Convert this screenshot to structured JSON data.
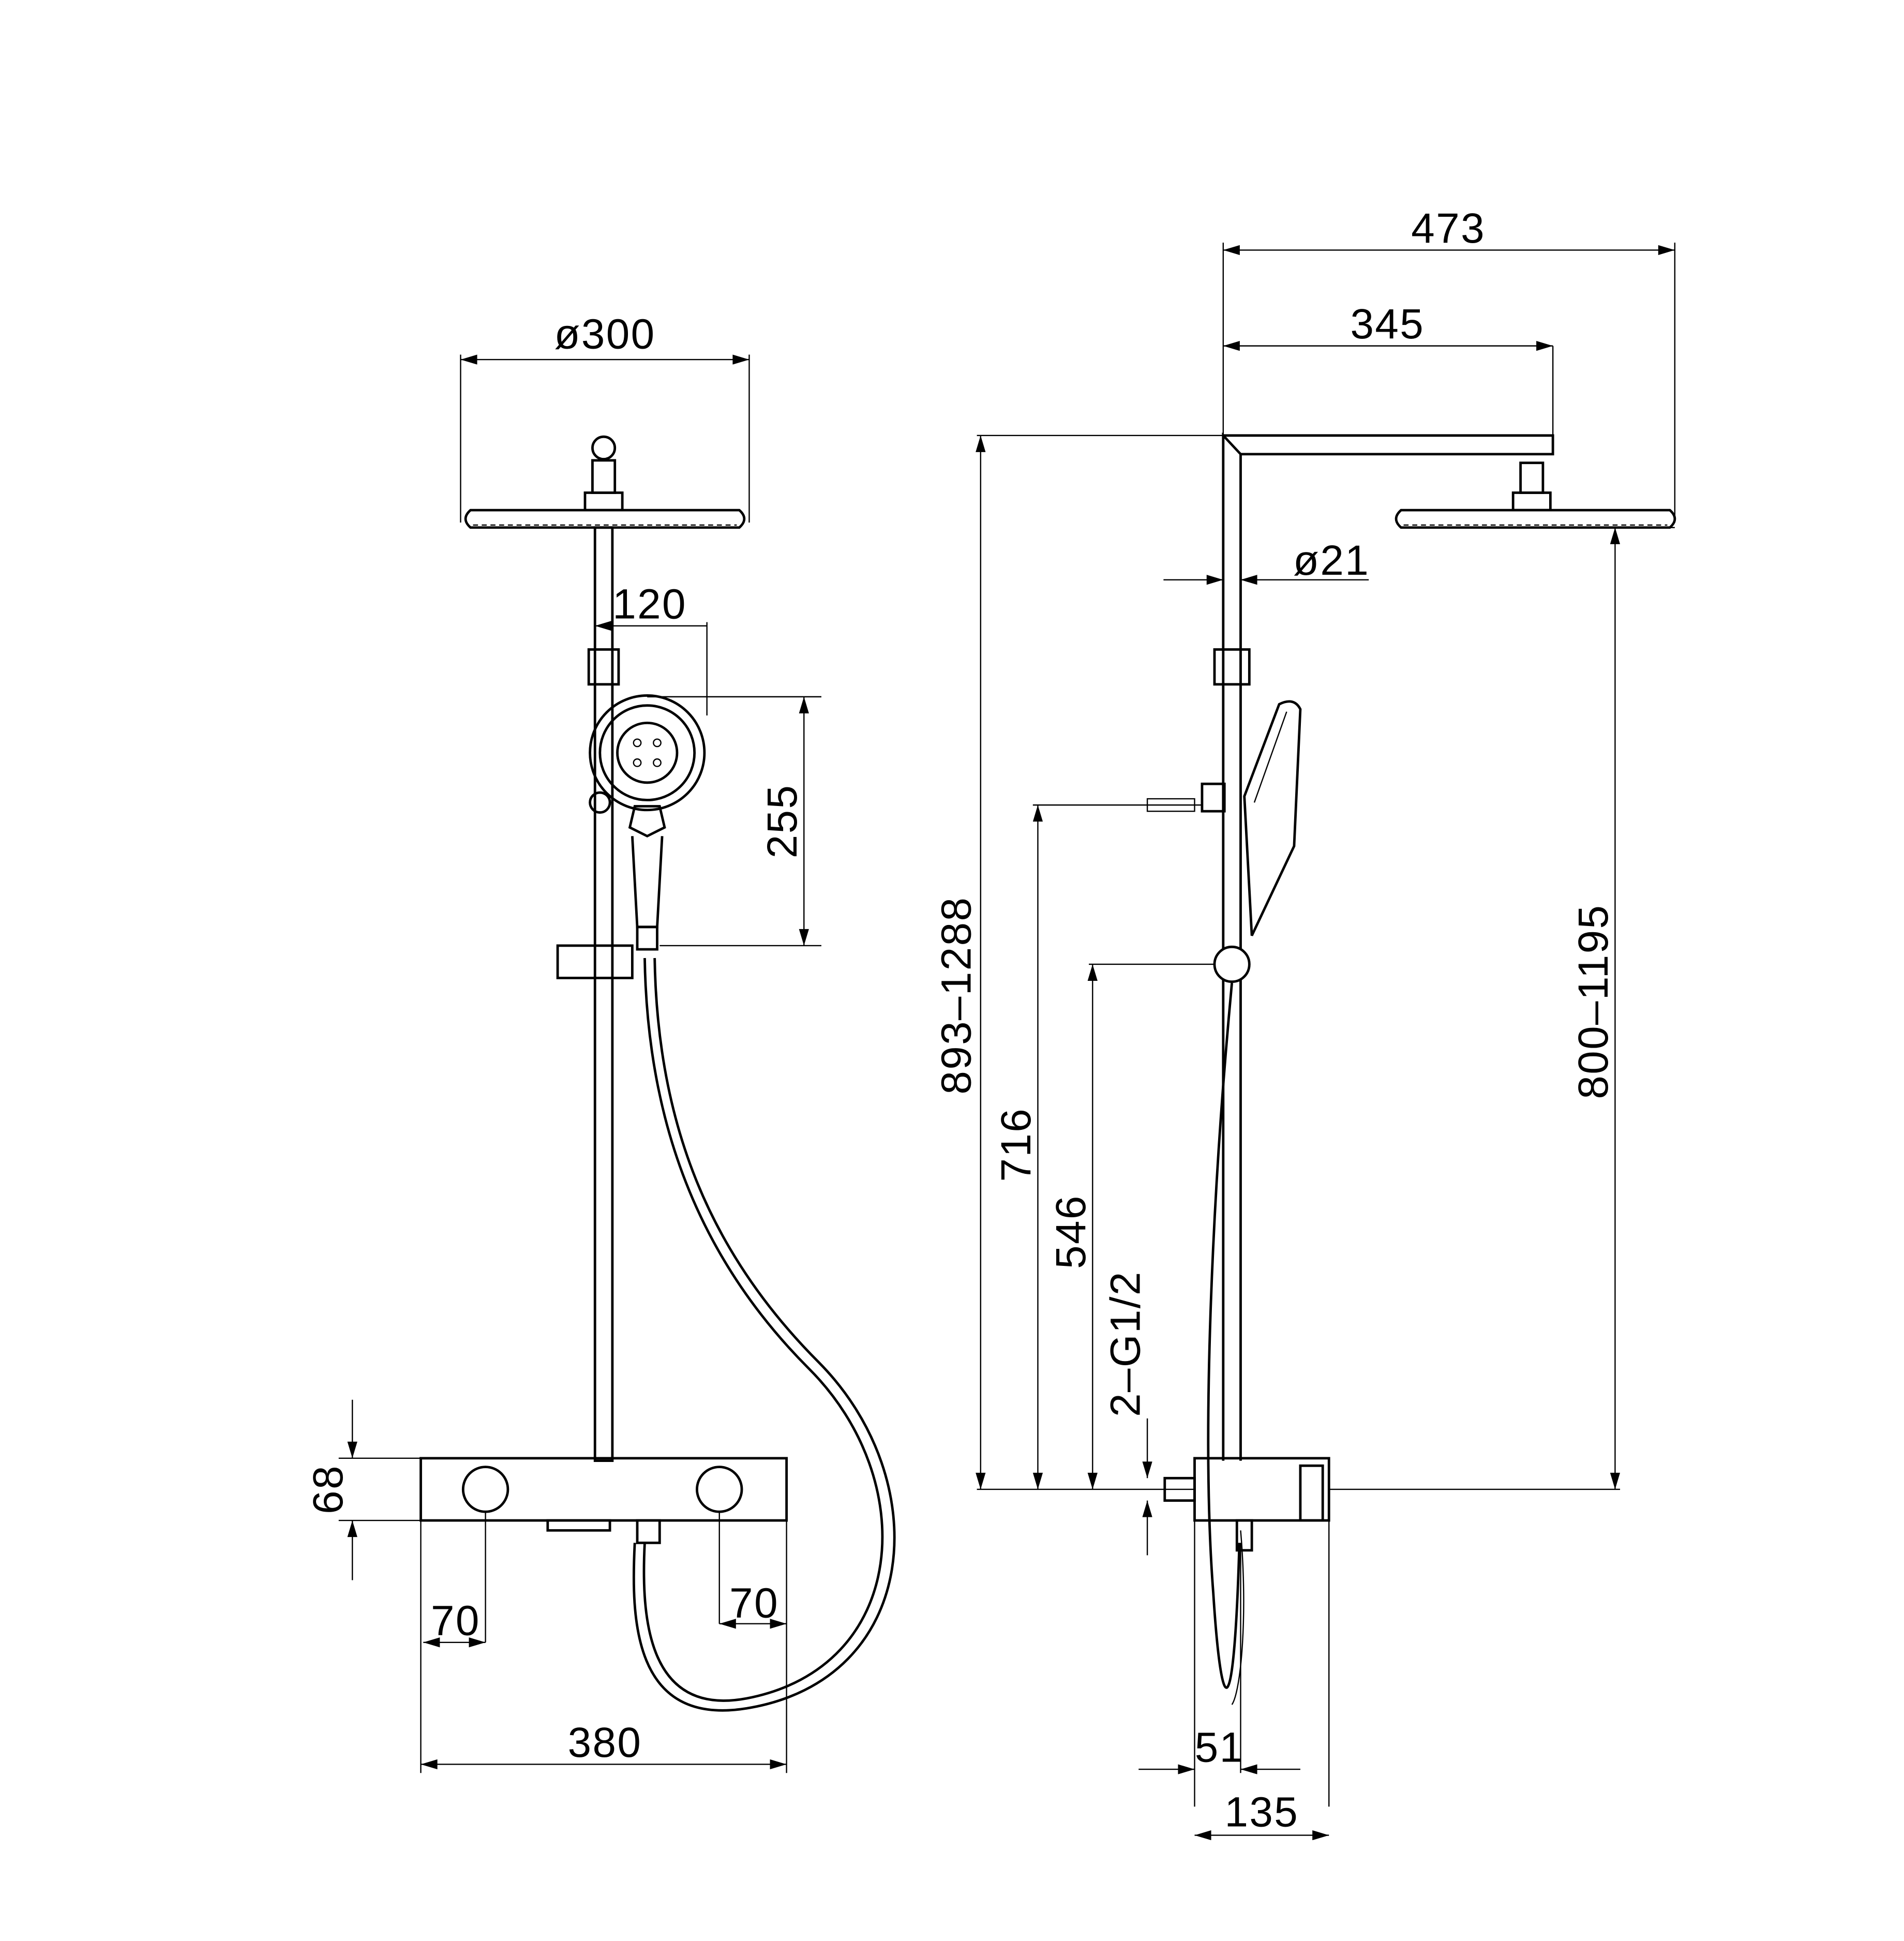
{
  "drawing": {
    "front_view": {
      "head_diameter": "ø300",
      "handshower_offset": "120",
      "handshower_height": "255",
      "mixer_height": "68",
      "outlet_offset_left": "70",
      "outlet_offset_right": "70",
      "mixer_width": "380"
    },
    "side_view": {
      "total_projection": "473",
      "arm_length": "345",
      "pipe_diameter": "ø21",
      "total_height_range": "893–1288",
      "holder_height": "716",
      "slider_height": "546",
      "inlets": "2–G1/2",
      "head_height_range": "800–1195",
      "wall_to_pipe": "51",
      "mixer_depth": "135"
    }
  }
}
